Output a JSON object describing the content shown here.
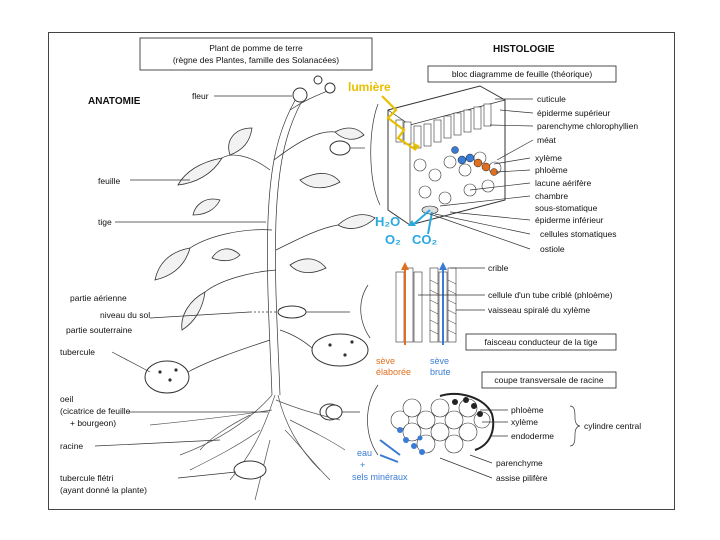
{
  "title": {
    "line1": "Plant de pomme de terre",
    "line2": "(règne des Plantes, famille des Solanacées)"
  },
  "headings": {
    "anatomie": "ANATOMIE",
    "histologie": "HISTOLOGIE"
  },
  "anatomy_labels": {
    "fleur": "fleur",
    "feuille": "feuille",
    "tige": "tige",
    "partie_aerienne": "partie aérienne",
    "niveau_du_sol_1": "niveau du sol",
    "partie_souterraine": "partie souterraine",
    "tubercule": "tubercule",
    "oeil_1": "oeil",
    "oeil_2": "(cicatrice de feuille",
    "oeil_3": "+ bourgeon)",
    "racine": "racine",
    "tubercule_fletri_1": "tubercule flétri",
    "tubercule_fletri_2": "(ayant donné la plante)"
  },
  "leaf_block": {
    "box_label": "bloc diagramme de feuille (théorique)",
    "lumiere": "lumière",
    "h2o": "H₂O",
    "o2": "O₂",
    "co2": "CO₂",
    "labels": [
      "cuticule",
      "épiderme supérieur",
      "parenchyme chlorophyllien",
      "méat",
      "xylème",
      "phloème",
      "lacune aérifère",
      "chambre",
      "sous-stomatique",
      "épiderme inférieur",
      "cellules stomatiques",
      "ostiole"
    ]
  },
  "stem_block": {
    "crible": "crible",
    "cellule_tube": "cellule d'un tube criblé (phloème)",
    "vaisseau": "vaisseau spiralé du xylème",
    "box_label": "faisceau conducteur de la tige",
    "seve_elaboree_1": "sève",
    "seve_elaboree_2": "élaborée",
    "seve_brute_1": "sève",
    "seve_brute_2": "brute"
  },
  "root_block": {
    "box_label": "coupe transversale de racine",
    "phloeme": "phloème",
    "xyleme": "xylème",
    "endoderme": "endoderme",
    "cylindre_central": "cylindre central",
    "parenchyme": "parenchyme",
    "assise_pilifere": "assise pilifère",
    "eau_1": "eau",
    "eau_2": "+",
    "eau_3": "sels minéraux"
  },
  "colors": {
    "orange": "#e07020",
    "blue": "#3a7bd5",
    "yellow": "#e8c000",
    "cyan": "#2aa8e0"
  }
}
